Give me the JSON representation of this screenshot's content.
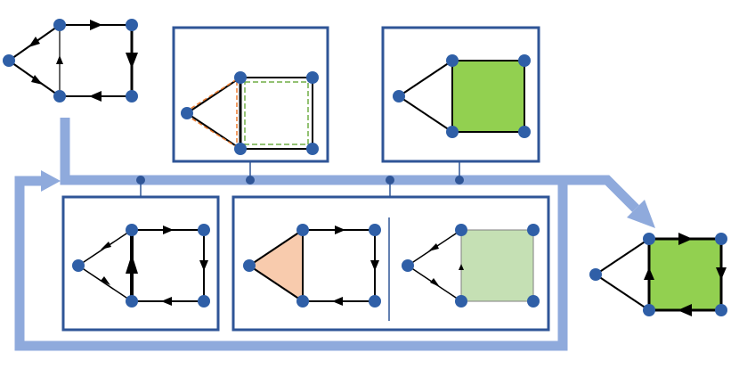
{
  "colors": {
    "node": "#2f5fa7",
    "frame": "#2f5597",
    "flow": "#8faadc",
    "edge": "#000000",
    "triangle_fill": "#f8cbad",
    "triangle_dash": "#ed7d31",
    "square_fill": "#92d050",
    "square_fill_light": "#c5e0b4",
    "square_dash": "#70ad47"
  },
  "icons": {
    "node": "circle",
    "arrowhead": "filled-triangle"
  },
  "panels": [
    {
      "id": "input-cycle",
      "framed": false
    },
    {
      "id": "cycle-basis",
      "framed": true
    },
    {
      "id": "filled-square",
      "framed": true
    },
    {
      "id": "chain-cycle",
      "framed": true
    },
    {
      "id": "decomposition-pair",
      "framed": true,
      "divided": true
    },
    {
      "id": "output-cycle",
      "framed": false
    }
  ]
}
